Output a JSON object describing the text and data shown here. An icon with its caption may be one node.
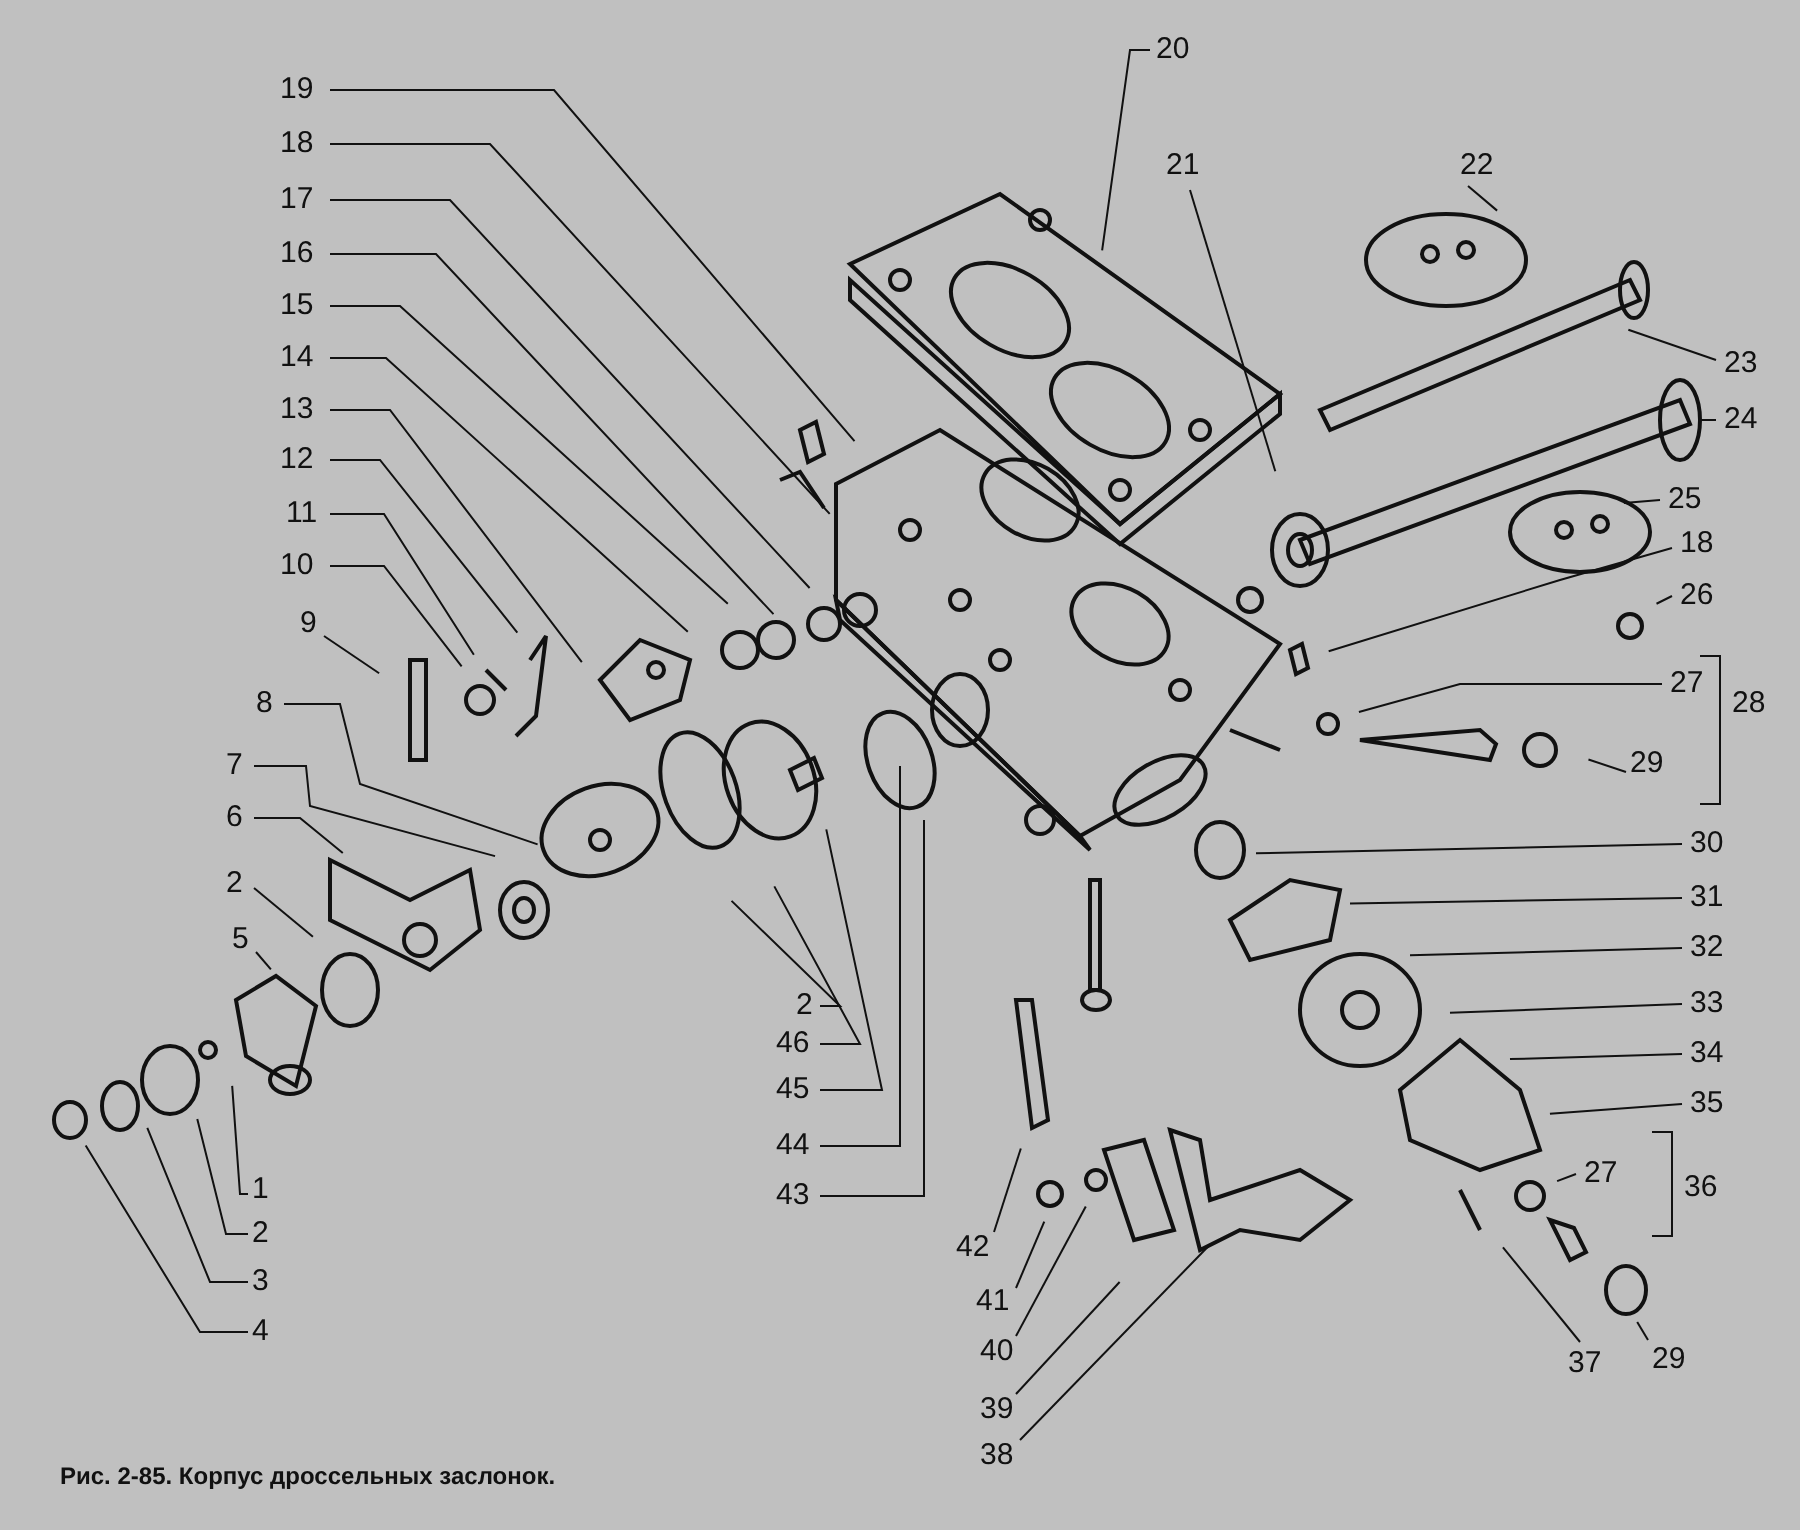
{
  "diagram": {
    "caption": "Рис. 2-85. Корпус дроссельных заслонок.",
    "nodes": [
      {
        "text": [
          "19"
        ]
      },
      {
        "text": [
          "18"
        ]
      },
      {
        "text": [
          "17"
        ]
      },
      {
        "text": [
          "16"
        ]
      },
      {
        "text": [
          "15"
        ]
      },
      {
        "text": [
          "14"
        ]
      },
      {
        "text": [
          "13"
        ]
      },
      {
        "text": [
          "12"
        ]
      },
      {
        "text": [
          "11"
        ]
      },
      {
        "text": [
          "10"
        ]
      },
      {
        "text": [
          "9"
        ]
      },
      {
        "text": [
          "8"
        ]
      },
      {
        "text": [
          "7"
        ]
      },
      {
        "text": [
          "6"
        ]
      },
      {
        "text": [
          "2"
        ]
      },
      {
        "text": [
          "5"
        ]
      },
      {
        "text": [
          "1"
        ]
      },
      {
        "text": [
          "2"
        ]
      },
      {
        "text": [
          "3"
        ]
      },
      {
        "text": [
          "4"
        ]
      },
      {
        "text": [
          "20"
        ]
      },
      {
        "text": [
          "21"
        ]
      },
      {
        "text": [
          "22"
        ]
      },
      {
        "text": [
          "23"
        ]
      },
      {
        "text": [
          "24"
        ]
      },
      {
        "text": [
          "25"
        ]
      },
      {
        "text": [
          "18"
        ]
      },
      {
        "text": [
          "26"
        ]
      },
      {
        "text": [
          "27"
        ]
      },
      {
        "text": [
          "29"
        ]
      },
      {
        "text": [
          "30"
        ]
      },
      {
        "text": [
          "31"
        ]
      },
      {
        "text": [
          "32"
        ]
      },
      {
        "text": [
          "33"
        ]
      },
      {
        "text": [
          "34"
        ]
      },
      {
        "text": [
          "35"
        ]
      },
      {
        "text": [
          "27"
        ]
      },
      {
        "text": [
          "37"
        ]
      },
      {
        "text": [
          "29"
        ]
      },
      {
        "text": [
          "42"
        ]
      },
      {
        "text": [
          "41"
        ]
      },
      {
        "text": [
          "40"
        ]
      },
      {
        "text": [
          "39"
        ]
      },
      {
        "text": [
          "38"
        ]
      },
      {
        "text": [
          "2"
        ]
      },
      {
        "text": [
          "46"
        ]
      },
      {
        "text": [
          "45"
        ]
      },
      {
        "text": [
          "44"
        ]
      },
      {
        "text": [
          "43"
        ]
      }
    ],
    "edges": [
      {
        "from": 0,
        "to": null,
        "arrow": "none"
      },
      {
        "from": 1,
        "to": null,
        "arrow": "none"
      },
      {
        "from": 2,
        "to": null,
        "arrow": "none"
      },
      {
        "from": 3,
        "to": null,
        "arrow": "none"
      },
      {
        "from": 4,
        "to": null,
        "arrow": "none"
      },
      {
        "from": 5,
        "to": null,
        "arrow": "none"
      },
      {
        "from": 6,
        "to": null,
        "arrow": "none"
      },
      {
        "from": 7,
        "to": null,
        "arrow": "none"
      },
      {
        "from": 8,
        "to": null,
        "arrow": "none"
      },
      {
        "from": 9,
        "to": null,
        "arrow": "none"
      },
      {
        "from": 10,
        "to": null,
        "arrow": "none"
      },
      {
        "from": 11,
        "to": null,
        "arrow": "none"
      },
      {
        "from": 12,
        "to": null,
        "arrow": "none"
      },
      {
        "from": 13,
        "to": null,
        "arrow": "none"
      },
      {
        "from": 14,
        "to": null,
        "arrow": "none"
      },
      {
        "from": 15,
        "to": null,
        "arrow": "none"
      },
      {
        "from": 16,
        "to": null,
        "arrow": "none"
      },
      {
        "from": 17,
        "to": null,
        "arrow": "none"
      },
      {
        "from": 18,
        "to": null,
        "arrow": "none"
      },
      {
        "from": 19,
        "to": null,
        "arrow": "none"
      },
      {
        "from": 20,
        "to": null,
        "arrow": "none"
      },
      {
        "from": 21,
        "to": null,
        "arrow": "none"
      },
      {
        "from": 22,
        "to": null,
        "arrow": "none"
      },
      {
        "from": 23,
        "to": null,
        "arrow": "none"
      },
      {
        "from": 24,
        "to": null,
        "arrow": "none"
      },
      {
        "from": 25,
        "to": null,
        "arrow": "none"
      },
      {
        "from": 26,
        "to": null,
        "arrow": "none"
      },
      {
        "from": 27,
        "to": null,
        "arrow": "none"
      },
      {
        "from": 28,
        "to": null,
        "arrow": "none"
      },
      {
        "from": 29,
        "to": null,
        "arrow": "none"
      },
      {
        "from": 30,
        "to": null,
        "arrow": "none"
      },
      {
        "from": 31,
        "to": null,
        "arrow": "none"
      },
      {
        "from": 32,
        "to": null,
        "arrow": "none"
      },
      {
        "from": 33,
        "to": null,
        "arrow": "none"
      },
      {
        "from": 34,
        "to": null,
        "arrow": "none"
      },
      {
        "from": 35,
        "to": null,
        "arrow": "none"
      },
      {
        "from": 36,
        "to": null,
        "arrow": "none"
      },
      {
        "from": 37,
        "to": null,
        "arrow": "none"
      },
      {
        "from": 38,
        "to": null,
        "arrow": "none"
      },
      {
        "from": 39,
        "to": null,
        "arrow": "none"
      },
      {
        "from": 40,
        "to": null,
        "arrow": "none"
      },
      {
        "from": 41,
        "to": null,
        "arrow": "none"
      },
      {
        "from": 42,
        "to": null,
        "arrow": "none"
      },
      {
        "from": 43,
        "to": null,
        "arrow": "none"
      },
      {
        "from": 44,
        "to": null,
        "arrow": "none"
      },
      {
        "from": 45,
        "to": null,
        "arrow": "none"
      },
      {
        "from": 46,
        "to": null,
        "arrow": "none"
      },
      {
        "from": 47,
        "to": null,
        "arrow": "none"
      },
      {
        "from": 48,
        "to": null,
        "arrow": "none"
      }
    ],
    "labels": [
      "28",
      "36"
    ]
  }
}
